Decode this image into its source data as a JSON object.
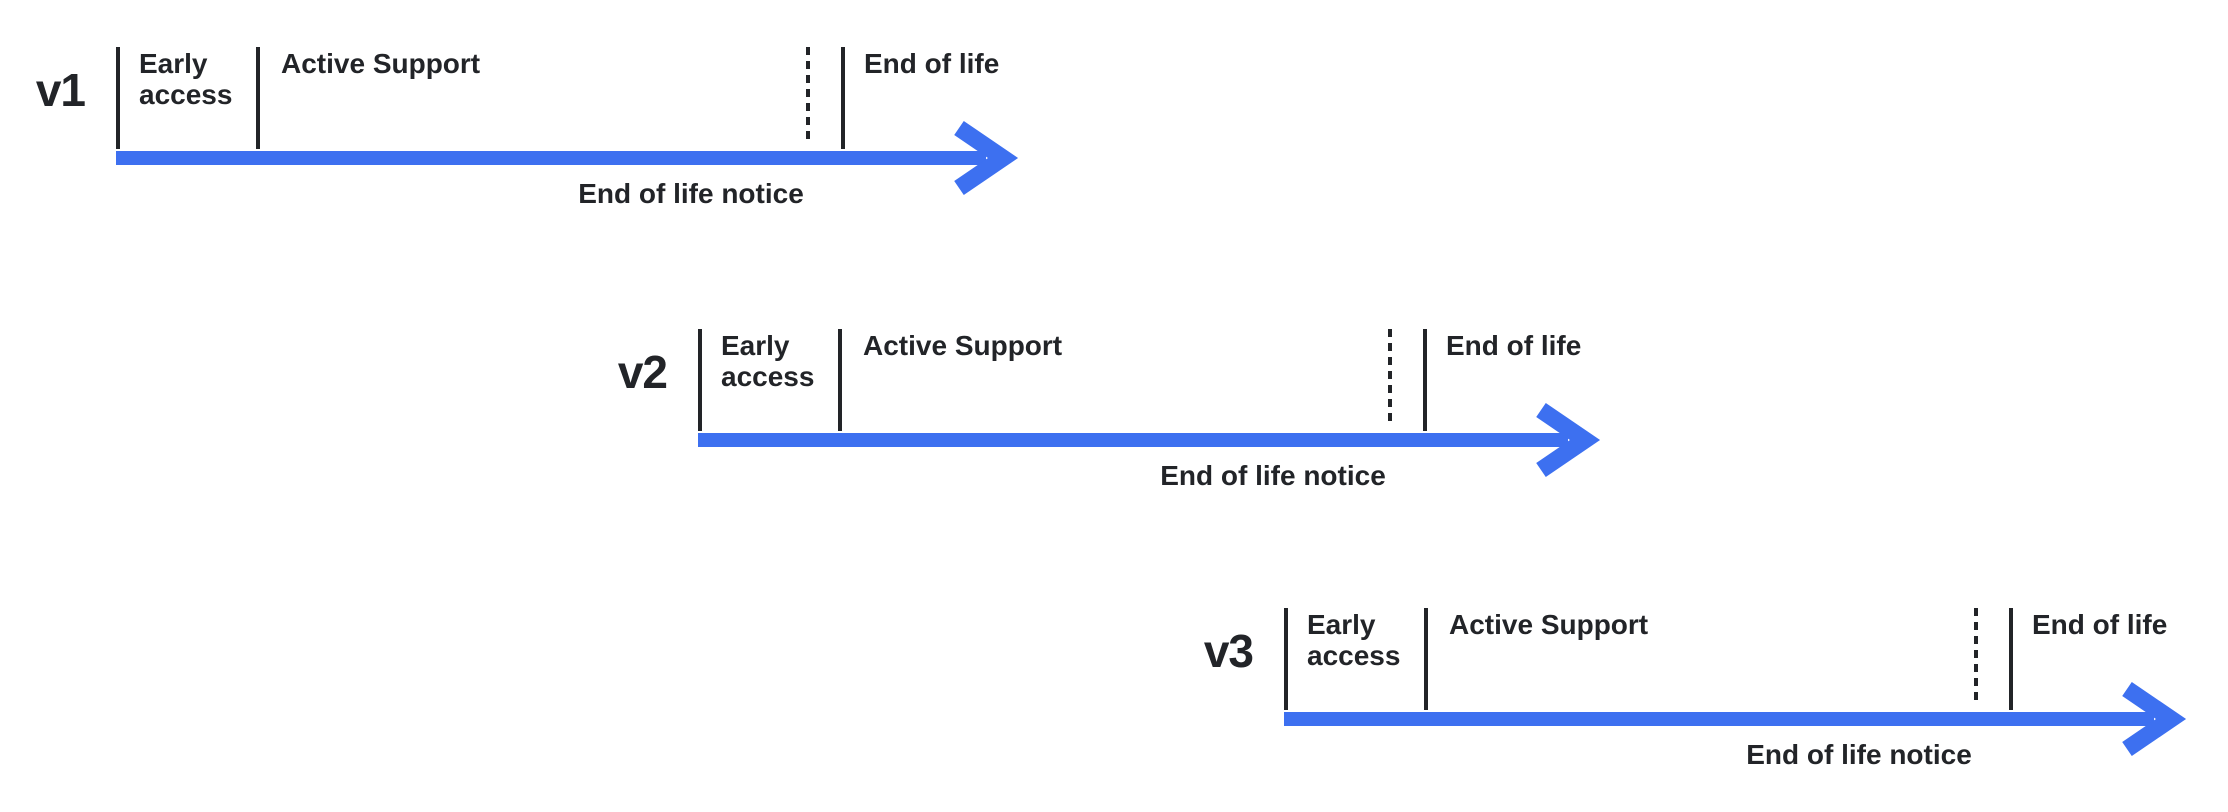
{
  "diagram": {
    "background_color": "#ffffff",
    "accent_color": "#3d70f0",
    "ink_color": "#222428",
    "versions": [
      {
        "label": "v1"
      },
      {
        "label": "v2"
      },
      {
        "label": "v3"
      }
    ],
    "labels": {
      "early_access": "Early access",
      "active_support": "Active Support",
      "end_of_life": "End of life",
      "end_of_life_notice": "End of life notice"
    }
  }
}
